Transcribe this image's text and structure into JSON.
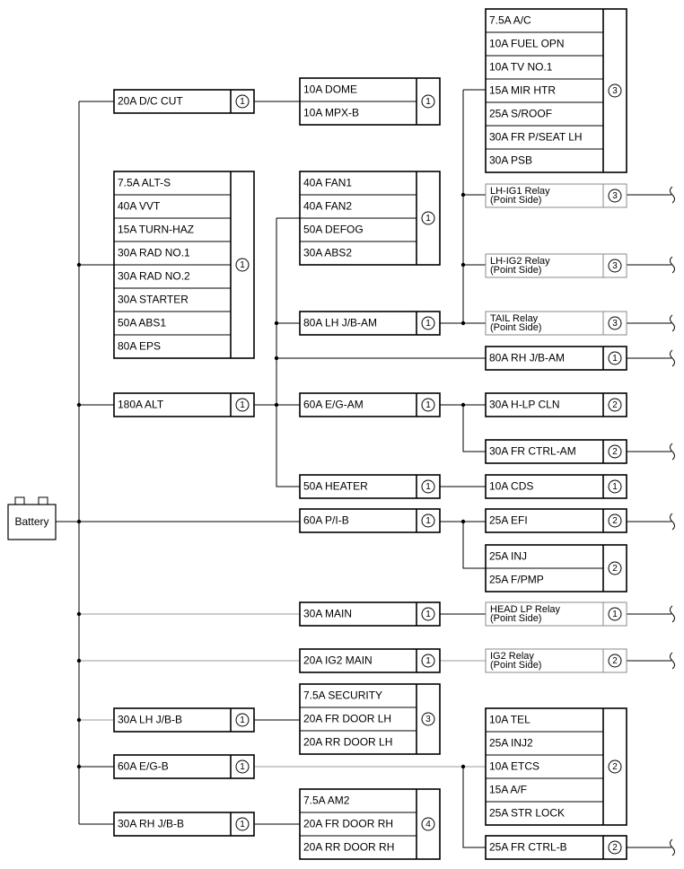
{
  "battery": {
    "label": "Battery"
  },
  "column1": [
    {
      "id": "b_dc",
      "labels": [
        "20A D/C CUT"
      ],
      "num": "1"
    },
    {
      "id": "b_mass",
      "labels": [
        "7.5A ALT-S",
        "40A VVT",
        "15A TURN-HAZ",
        "30A RAD NO.1",
        "30A RAD NO.2",
        "30A STARTER",
        "50A ABS1",
        "80A EPS"
      ],
      "num": "1"
    },
    {
      "id": "b_alt",
      "labels": [
        "180A ALT"
      ],
      "num": "1"
    },
    {
      "id": "b_lhjbb",
      "labels": [
        "30A LH J/B-B"
      ],
      "num": "1"
    },
    {
      "id": "b_egb",
      "labels": [
        "60A E/G-B"
      ],
      "num": "1"
    },
    {
      "id": "b_rhjbb",
      "labels": [
        "30A RH J/B-B"
      ],
      "num": "1"
    }
  ],
  "column2": [
    {
      "id": "c_dome",
      "labels": [
        "10A DOME",
        "10A MPX-B"
      ],
      "num": "1"
    },
    {
      "id": "c_fan",
      "labels": [
        "40A FAN1",
        "40A FAN2",
        "50A DEFOG",
        "30A ABS2"
      ],
      "num": "1"
    },
    {
      "id": "c_lhjbam",
      "labels": [
        "80A LH J/B-AM"
      ],
      "num": "1"
    },
    {
      "id": "c_egam",
      "labels": [
        "60A E/G-AM"
      ],
      "num": "1"
    },
    {
      "id": "c_heater",
      "labels": [
        "50A HEATER"
      ],
      "num": "1"
    },
    {
      "id": "c_pib",
      "labels": [
        "60A P/I-B"
      ],
      "num": "1"
    },
    {
      "id": "c_main",
      "labels": [
        "30A MAIN"
      ],
      "num": "1"
    },
    {
      "id": "c_ig2",
      "labels": [
        "20A IG2 MAIN"
      ],
      "num": "1"
    },
    {
      "id": "c_sec",
      "labels": [
        "7.5A SECURITY",
        "20A FR DOOR LH",
        "20A RR DOOR LH"
      ],
      "num": "3"
    },
    {
      "id": "c_am2",
      "labels": [
        "7.5A AM2",
        "20A FR DOOR RH",
        "20A RR DOOR RH"
      ],
      "num": "4"
    }
  ],
  "column3": [
    {
      "id": "d_ac",
      "labels": [
        "7.5A A/C",
        "10A FUEL OPN",
        "10A TV NO.1",
        "15A MIR HTR",
        "25A S/ROOF",
        "30A FR P/SEAT LH",
        "30A PSB"
      ],
      "num": "3"
    },
    {
      "id": "d_ig1",
      "labels": [
        "LH-IG1 Relay",
        "(Point Side)"
      ],
      "num": "3",
      "relay": true
    },
    {
      "id": "d_ig2lh",
      "labels": [
        "LH-IG2 Relay",
        "(Point Side)"
      ],
      "num": "3",
      "relay": true
    },
    {
      "id": "d_tail",
      "labels": [
        "TAIL Relay",
        "(Point Side)"
      ],
      "num": "3",
      "relay": true
    },
    {
      "id": "d_rhjbam",
      "labels": [
        "80A RH J/B-AM"
      ],
      "num": "1"
    },
    {
      "id": "d_hlp",
      "labels": [
        "30A H-LP CLN"
      ],
      "num": "2"
    },
    {
      "id": "d_frctrlam",
      "labels": [
        "30A FR CTRL-AM"
      ],
      "num": "2"
    },
    {
      "id": "d_cds",
      "labels": [
        "10A CDS"
      ],
      "num": "1"
    },
    {
      "id": "d_efi",
      "labels": [
        "25A EFI"
      ],
      "num": "2"
    },
    {
      "id": "d_inj",
      "labels": [
        "25A INJ",
        "25A F/PMP"
      ],
      "num": "2"
    },
    {
      "id": "d_headlp",
      "labels": [
        "HEAD LP Relay",
        "(Point Side)"
      ],
      "num": "1",
      "relay": true
    },
    {
      "id": "d_ig2relay",
      "labels": [
        "IG2 Relay",
        "(Point Side)"
      ],
      "num": "2",
      "relay": true
    },
    {
      "id": "d_tel",
      "labels": [
        "10A TEL",
        "25A INJ2",
        "10A ETCS",
        "15A A/F",
        "25A STR LOCK"
      ],
      "num": "2"
    },
    {
      "id": "d_frctrlb",
      "labels": [
        "25A FR CTRL-B"
      ],
      "num": "2"
    }
  ],
  "colors": {
    "line_dark": "#000000",
    "line_light": "#999999",
    "relay_border": "#888888"
  }
}
